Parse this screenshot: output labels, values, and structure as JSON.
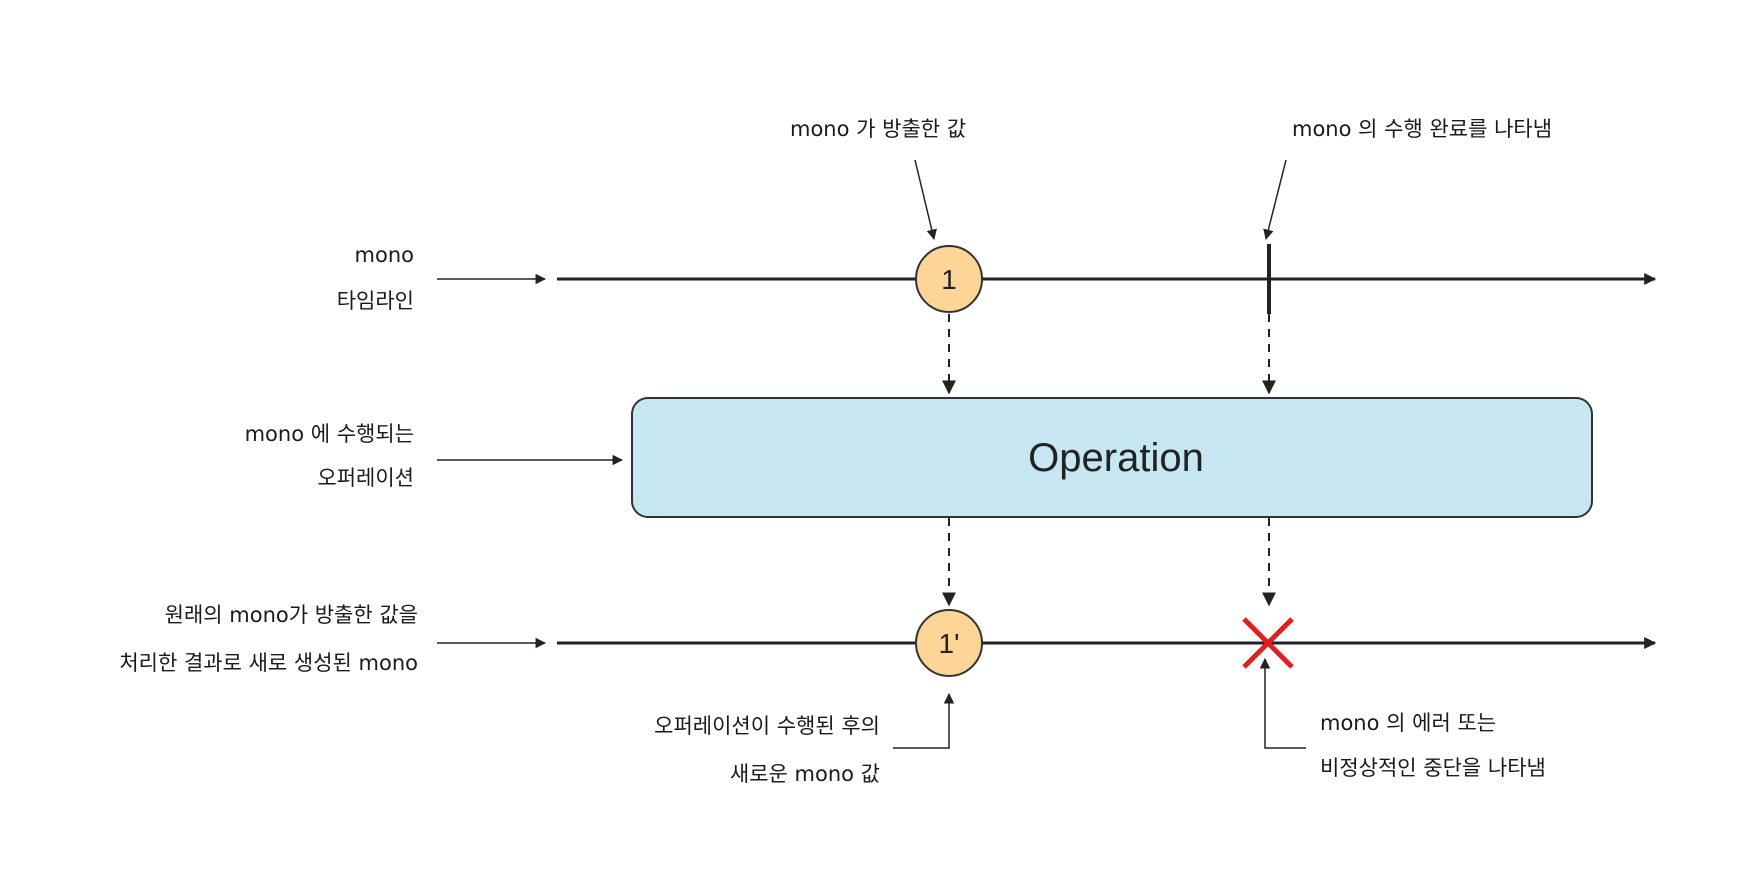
{
  "labels": {
    "emitted_value": "mono 가 방출한 값",
    "completion": "mono 의 수행 완료를 나타냄",
    "mono_timeline_line1": "mono",
    "mono_timeline_line2": "타임라인",
    "operation_line1": "mono 에 수행되는",
    "operation_line2": "오퍼레이션",
    "result_line1": "원래의 mono가 방출한 값을",
    "result_line2": "처리한 결과로 새로 생성된 mono",
    "new_value_line1": "오퍼레이션이 수행된 후의",
    "new_value_line2": "새로운 mono 값",
    "error_line1": "mono 의 에러 또는",
    "error_line2": "비정상적인 중단을 나타냄"
  },
  "operation_box": {
    "label": "Operation"
  },
  "marbles": {
    "input": "1",
    "output": "1'"
  },
  "colors": {
    "marble_fill": "#fcd597",
    "box_fill": "#c6e7f1",
    "error_mark": "#e02020",
    "line": "#222222"
  }
}
